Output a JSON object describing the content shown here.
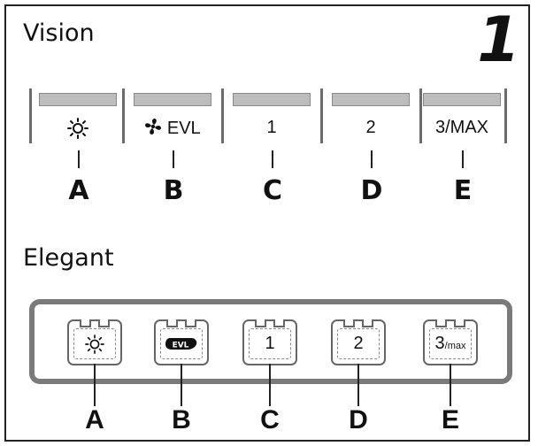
{
  "page_number": "1",
  "vision": {
    "title": "Vision",
    "buttons": [
      {
        "label": "",
        "icon": "light-icon",
        "letter": "A"
      },
      {
        "label": "EVL",
        "icon": "fan-icon",
        "letter": "B"
      },
      {
        "label": "1",
        "letter": "C"
      },
      {
        "label": "2",
        "letter": "D"
      },
      {
        "label": "3/MAX",
        "letter": "E"
      }
    ]
  },
  "elegant": {
    "title": "Elegant",
    "buttons": [
      {
        "label": "",
        "icon": "light-icon",
        "letter": "A"
      },
      {
        "label": "",
        "icon": "evl-badge-icon",
        "letter": "B"
      },
      {
        "label": "1",
        "letter": "C"
      },
      {
        "label": "2",
        "letter": "D"
      },
      {
        "label": "3",
        "label_sub": "/max",
        "letter": "E"
      }
    ]
  },
  "evl_badge_text": "EVL"
}
